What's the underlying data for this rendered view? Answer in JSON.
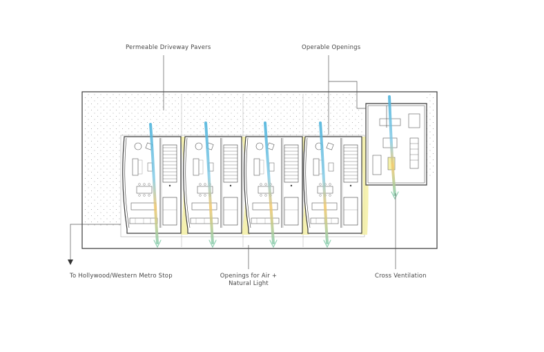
{
  "labels": {
    "top_left": "Permeable Driveway Pavers",
    "top_right": "Operable Openings",
    "bottom_left": "To Hollywood/Western Metro Stop",
    "bottom_middle_line1": "Openings for Air +",
    "bottom_middle_line2": "Natural Light",
    "bottom_right": "Cross Ventilation"
  },
  "colors": {
    "line": "#3a3a3a",
    "thin_line": "#888888",
    "paver_dot": "#9a9a9a",
    "light_yellow": "#f4f0a8",
    "air_blue": "#4fb4dc",
    "air_yellow": "#f2c76a",
    "air_green": "#8fcfb0"
  },
  "units": {
    "townhouse_count": 4,
    "separate_unit_count": 1
  }
}
